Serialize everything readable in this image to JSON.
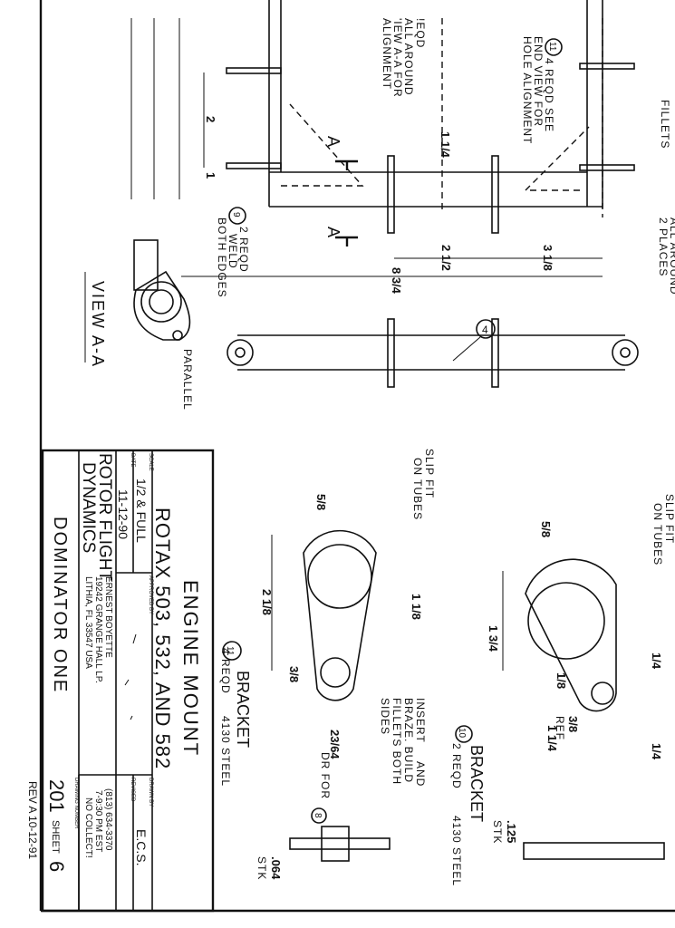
{
  "title_block": {
    "title": "ENGINE MOUNT",
    "subtitle": "ROTAX 503, 532, AND 582",
    "scale_label": "SCALE",
    "scale": "1/2 & FULL",
    "date_label": "DATE",
    "date": "11-12-90",
    "approved_label": "APPROVED BY",
    "drawn_label": "DRAWN BY",
    "drawn_by": "E.C.S.",
    "revised_label": "REVISED",
    "company_1": "ROTOR FLIGHT",
    "company_2": "DYNAMICS",
    "contact_1": "ERNEST BOYETTE",
    "contact_2": "19242 GRANGE HALL LP.",
    "contact_3": "LITHIA, FL 33547 USA",
    "phone": "(813) 634-3370",
    "hours": "7-9:30 PM EST",
    "no_collect": "NO COLLECT!",
    "project": "DOMINATOR ONE",
    "drawing_number_label": "DRAWING NUMBER",
    "drawing_number": "201",
    "sheet_label": "SHEET",
    "sheet": "6",
    "revision": "REV A 10-12-91"
  },
  "notes": {
    "reqd_partial": "!EQD",
    "all_around_1": "ALL AROUND",
    "all_around_2": "'IEW A-A FOR",
    "all_around_3": "ALIGNMENT",
    "callout_11": "11",
    "note11_1": "4 REQD SEE",
    "note11_2": "END VIEW FOR",
    "note11_3": "HOLE ALIGNMENT",
    "fillets": "FILLETS",
    "all_around_places_1": "ALL AROUND",
    "all_around_places_2": "2 PLACES",
    "callout_9": "9",
    "note9_1": "2 REQD",
    "note9_2": "WELD",
    "note9_3": "BOTH EDGES",
    "callout_4": "4",
    "section_a": "A",
    "view_aa": "VIEW A-A",
    "parallel": "PARALLEL",
    "slip_fit_1": "SLIP FIT",
    "slip_fit_2": "ON TUBES",
    "callout_10": "10",
    "bracket": "BRACKET",
    "reqd_10": "2 REQD",
    "steel": "4130 STEEL",
    "reqd_11": "4 REQD",
    "dr_label": "DR",
    "r_label": "R",
    "ref_label": "REF",
    "insert_1": "INSERT",
    "insert_2": "AND",
    "insert_3": "BRAZE. BUILD",
    "insert_4": "FILLETS BOTH",
    "insert_5": "SIDES",
    "dr_for": "DR FOR",
    "callout_8": "8",
    "stk_125": ".125",
    "stk_064": ".064",
    "stk": "STK"
  },
  "dimensions": {
    "d_2": "2",
    "d_1": "1",
    "d_1_4": "1 1/4",
    "d_2_1_2": "2 1/2",
    "d_3_1_8": "3 1/8",
    "d_8_3_4": "8 3/4",
    "d_5_8": "5/8",
    "d_1_3_4": "1 3/4",
    "d_1_4_dr": "1/4",
    "d_1_8": "1/8",
    "d_3_8": "3/8",
    "d_1_4b": "1 1/4",
    "d_1_4r": "1/4",
    "d_2_1_8": "2 1/8",
    "d_1_1_8": "1 1/8",
    "d_3_8r": "3/8",
    "d_23_64": "23/64"
  }
}
